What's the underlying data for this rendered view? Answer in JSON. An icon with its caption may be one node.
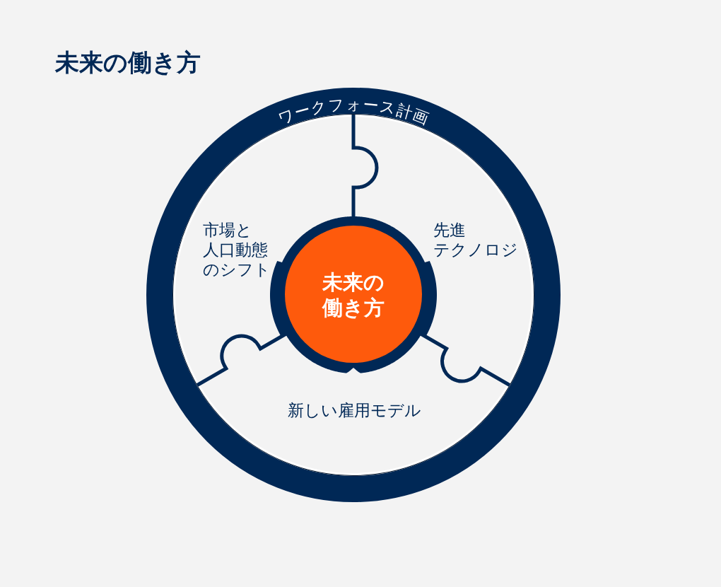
{
  "diagram": {
    "title": "未来の働き方",
    "nodes": [
      {
        "text": [
          "ワークフォース計画"
        ]
      },
      {
        "text": [
          "市場と人口動態のシフト"
        ],
        "in": 0
      },
      {
        "text": [
          "先進テクノロジ"
        ],
        "in": 0
      },
      {
        "text": [
          "新しい雇用モデル"
        ],
        "in": 0
      },
      {
        "text": [
          "未来の働き方"
        ],
        "in": 0
      }
    ]
  }
}
